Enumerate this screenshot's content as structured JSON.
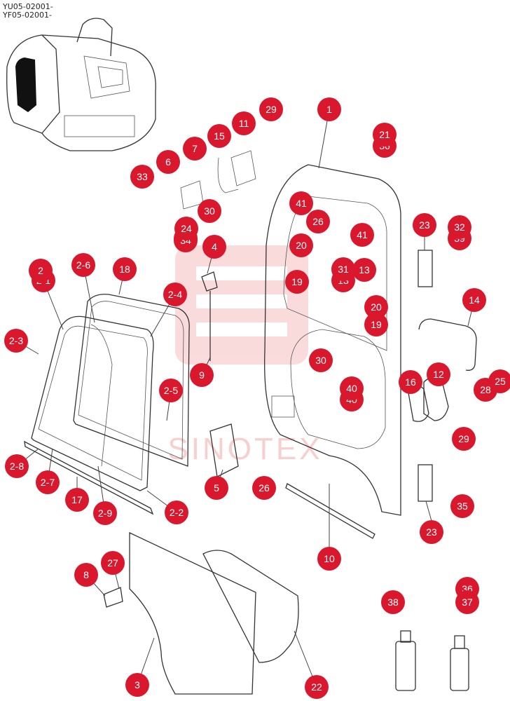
{
  "header": {
    "codes": [
      "YU05-02001-",
      "YF05-02001-"
    ]
  },
  "watermark": {
    "text": "SINOTEX",
    "color": "#f3a0a0"
  },
  "callout_color": "#d9182d",
  "callouts": [
    {
      "label": "1"
    },
    {
      "label": "2"
    },
    {
      "label": "2-1"
    },
    {
      "label": "2-2"
    },
    {
      "label": "2-3"
    },
    {
      "label": "2-4"
    },
    {
      "label": "2-5"
    },
    {
      "label": "2-6"
    },
    {
      "label": "2-7"
    },
    {
      "label": "2-8"
    },
    {
      "label": "2-9"
    },
    {
      "label": "3"
    },
    {
      "label": "4"
    },
    {
      "label": "5"
    },
    {
      "label": "6"
    },
    {
      "label": "7"
    },
    {
      "label": "8"
    },
    {
      "label": "9"
    },
    {
      "label": "10"
    },
    {
      "label": "11"
    },
    {
      "label": "12"
    },
    {
      "label": "13"
    },
    {
      "label": "14"
    },
    {
      "label": "15"
    },
    {
      "label": "16"
    },
    {
      "label": "17"
    },
    {
      "label": "18"
    },
    {
      "label": "19"
    },
    {
      "label": "19"
    },
    {
      "label": "20"
    },
    {
      "label": "20"
    },
    {
      "label": "21"
    },
    {
      "label": "22"
    },
    {
      "label": "23"
    },
    {
      "label": "23"
    },
    {
      "label": "24"
    },
    {
      "label": "25"
    },
    {
      "label": "26"
    },
    {
      "label": "26"
    },
    {
      "label": "27"
    },
    {
      "label": "28"
    },
    {
      "label": "29"
    },
    {
      "label": "29"
    },
    {
      "label": "30"
    },
    {
      "label": "30"
    },
    {
      "label": "31"
    },
    {
      "label": "32"
    },
    {
      "label": "33"
    },
    {
      "label": "34"
    },
    {
      "label": "35"
    },
    {
      "label": "36"
    },
    {
      "label": "37"
    },
    {
      "label": "38"
    },
    {
      "label": "39"
    },
    {
      "label": "40"
    },
    {
      "label": "40"
    },
    {
      "label": "41"
    },
    {
      "label": "41"
    },
    {
      "label": "13"
    },
    {
      "label": "34"
    },
    {
      "label": "36"
    }
  ]
}
